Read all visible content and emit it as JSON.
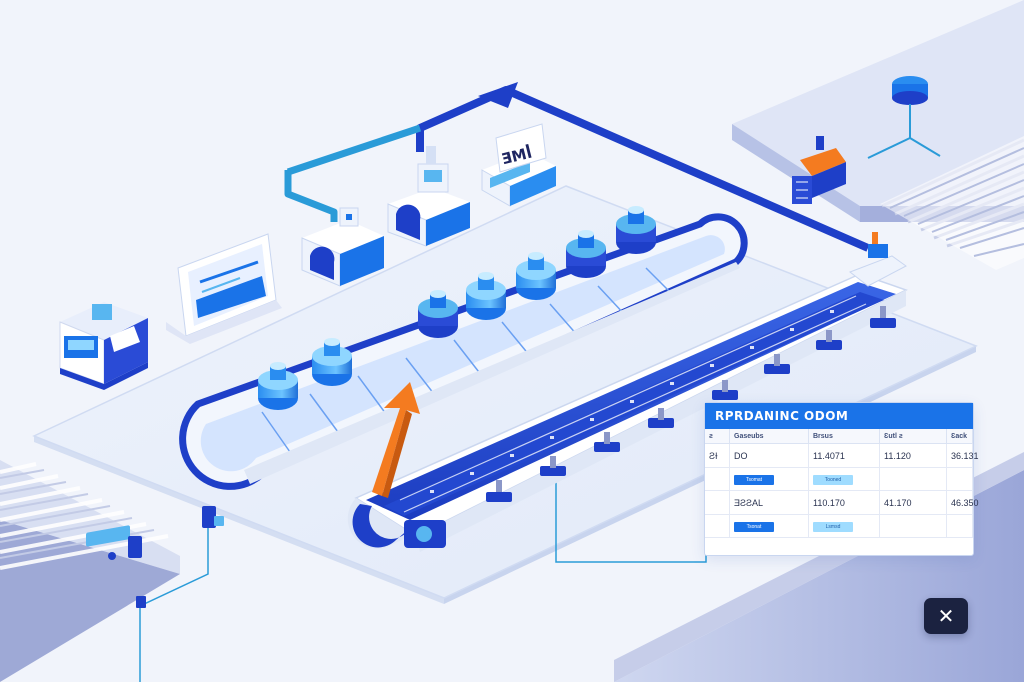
{
  "monitor_sign": {
    "label": "ƎMꟾ"
  },
  "table_panel": {
    "title": "RPRDANINC ODOM",
    "columns": [
      "ƨ",
      "Gaseubs",
      "Brsus",
      "Ɛutl ƨ",
      "Ɛack"
    ],
    "rows": [
      {
        "cells": [
          "ƧƗ",
          "DO",
          "11.4071",
          "11.120",
          "36.131"
        ]
      },
      {
        "type": "buttons",
        "cells": [
          "",
          "Tsomat",
          "Tooned",
          "",
          ""
        ]
      },
      {
        "cells": [
          "",
          "ƎƧƧAL",
          "110.170",
          "41.170",
          "46.350"
        ]
      },
      {
        "type": "buttons",
        "cells": [
          "",
          "Tsonat",
          "Lsmsd",
          "",
          ""
        ]
      }
    ]
  },
  "close_button": {
    "icon": "close-icon",
    "glyph": "✕"
  },
  "colors": {
    "primary_blue": "#1a73e8",
    "deep_blue": "#1e3fc8",
    "arrow_orange": "#f47b20",
    "light_cyan": "#8fd6ff",
    "platform": "#e3ebf9",
    "close_bg": "#1b2240"
  }
}
